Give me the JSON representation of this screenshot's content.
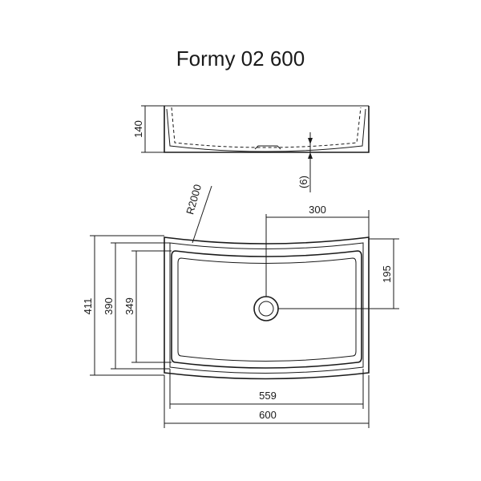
{
  "title": "Formy 02 600",
  "dimensions": {
    "height_side": "140",
    "drain_offset": "(6)",
    "radius": "R2000",
    "drain_x": "300",
    "drain_y": "195",
    "depth_outer": "411",
    "depth_mid": "390",
    "depth_inner": "349",
    "width_inner": "559",
    "width_outer": "600"
  }
}
